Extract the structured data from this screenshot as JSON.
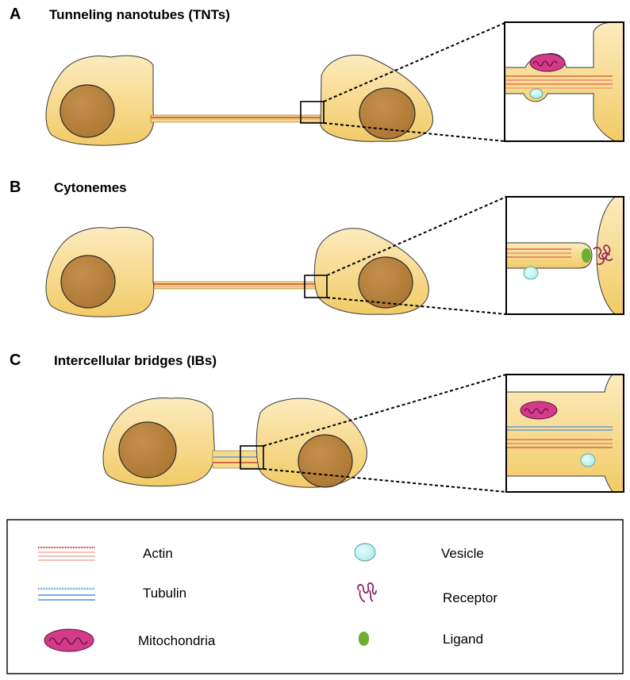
{
  "panels": [
    {
      "letter": "A",
      "title": "Tunneling nanotubes (TNTs)"
    },
    {
      "letter": "B",
      "title": "Cytonemes"
    },
    {
      "letter": "C",
      "title": "Intercellular bridges (IBs)"
    }
  ],
  "legend": {
    "items": [
      {
        "label": "Actin",
        "icon": "actin-icon"
      },
      {
        "label": "Tubulin",
        "icon": "tubulin-icon"
      },
      {
        "label": "Mitochondria",
        "icon": "mitochondria-icon"
      },
      {
        "label": "Vesicle",
        "icon": "vesicle-icon"
      },
      {
        "label": "Receptor",
        "icon": "receptor-icon"
      },
      {
        "label": "Ligand",
        "icon": "ligand-icon"
      }
    ]
  },
  "colors": {
    "cytoplasm_light": "#fbe3a6",
    "cytoplasm_dark": "#f0c860",
    "nucleus": "#b8803f",
    "actin": "#c0301e",
    "tubulin": "#4a90e2",
    "mitochondria": "#d33a8a",
    "vesicle": "#b3f0ee",
    "receptor": "#8a1c5a",
    "ligand": "#6bb02f"
  }
}
